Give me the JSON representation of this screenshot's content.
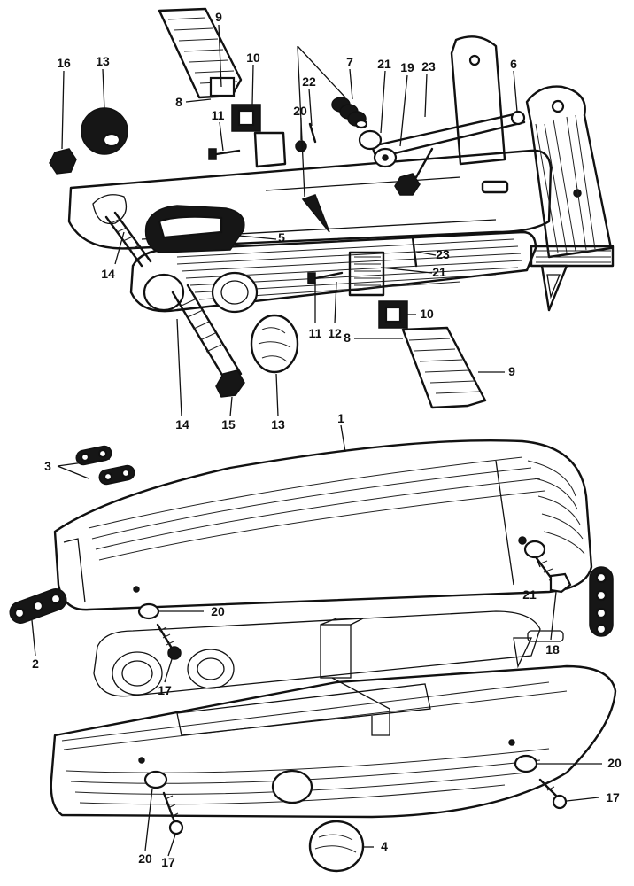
{
  "callouts": {
    "c1": "1",
    "c2": "2",
    "c3": "3",
    "c4": "4",
    "c5": "5",
    "c6": "6",
    "c7": "7",
    "c8a": "8",
    "c8b": "8",
    "c9a": "9",
    "c9b": "9",
    "c10a": "10",
    "c10b": "10",
    "c11a": "11",
    "c11b": "11",
    "c12": "12",
    "c13a": "13",
    "c13b": "13",
    "c14a": "14",
    "c14b": "14",
    "c15": "15",
    "c16": "16",
    "c17a": "17",
    "c17b": "17",
    "c17c": "17",
    "c18": "18",
    "c19": "19",
    "c20a": "20",
    "c20b": "20",
    "c20c": "20",
    "c20d": "20",
    "c21a": "21",
    "c21b": "21",
    "c21c": "21",
    "c22": "22",
    "c23a": "23",
    "c23b": "23"
  }
}
